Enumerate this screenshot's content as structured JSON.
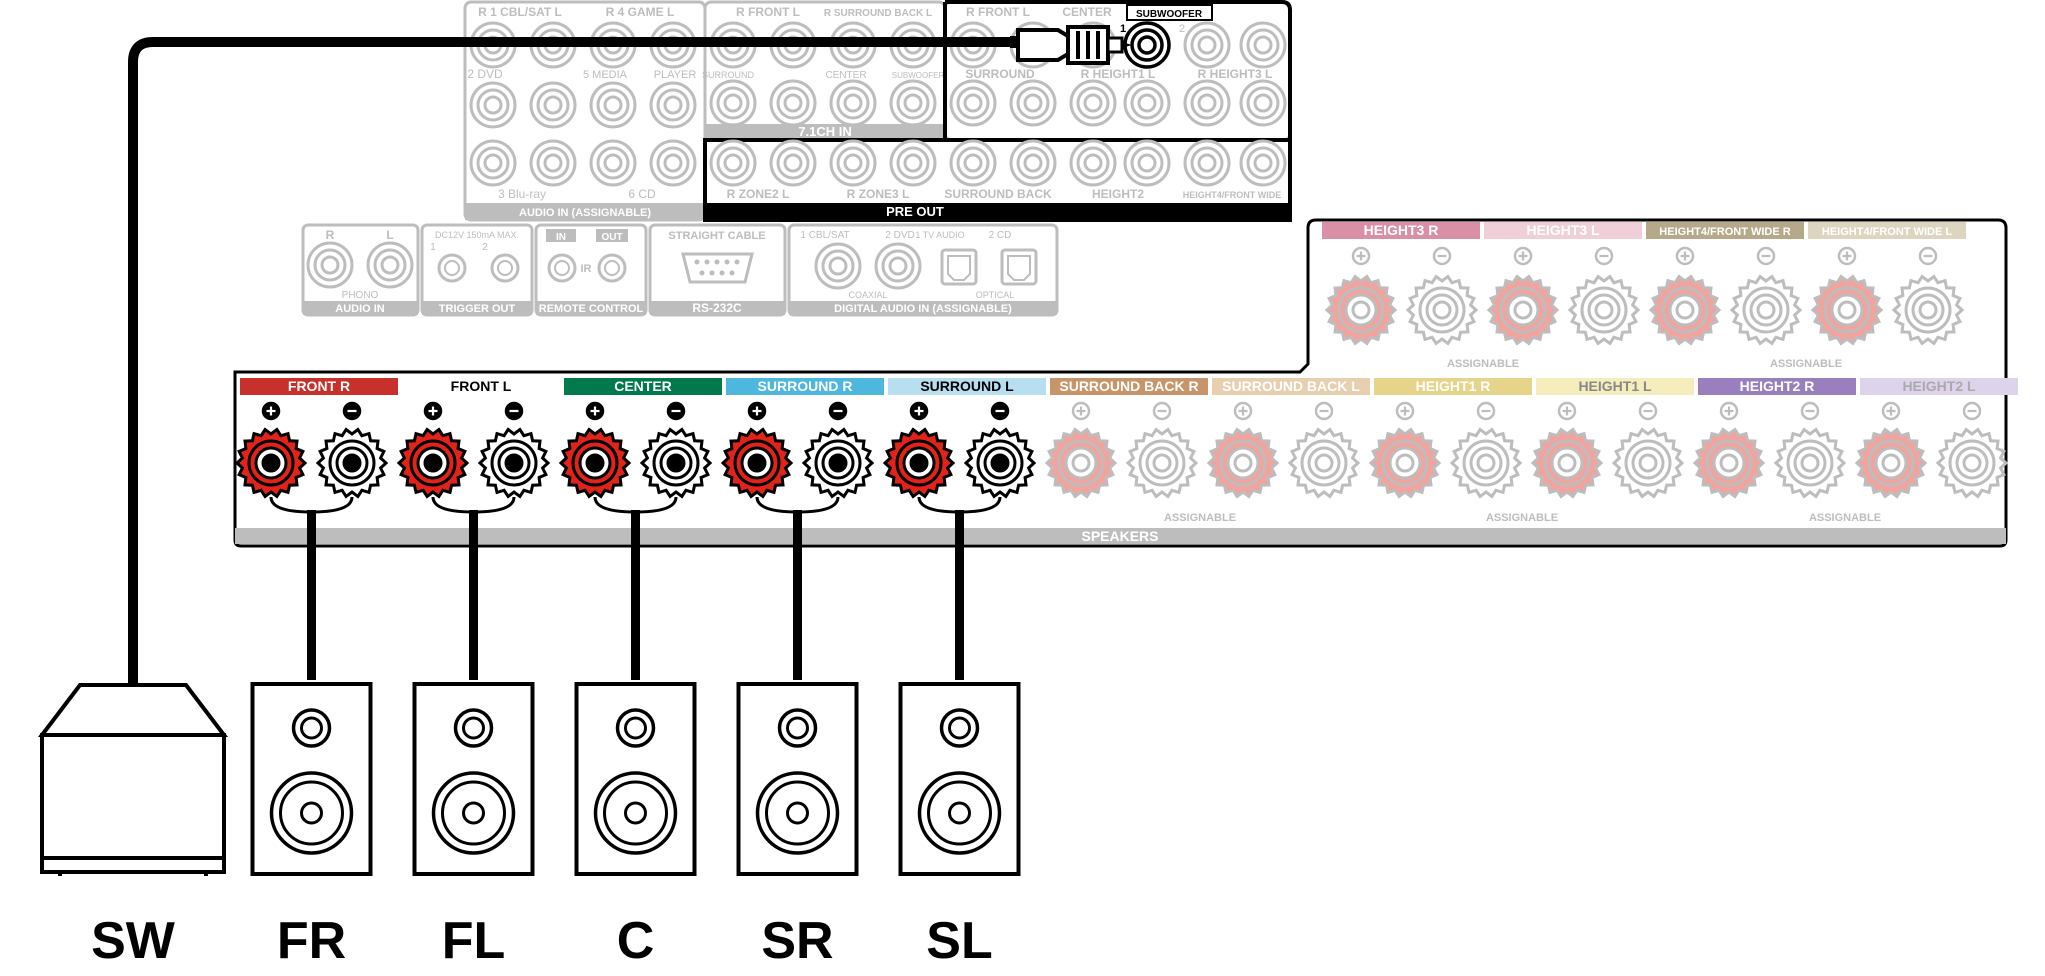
{
  "labels": {
    "upper_audio_row1": [
      "R 1 CBL/SAT L",
      "R 4 GAME L"
    ],
    "upper_audio_row2": [
      "2 DVD",
      "5 MEDIA",
      "PLAYER"
    ],
    "upper_audio_row3": [
      "3 Blu-ray",
      "6 CD"
    ],
    "audio_in": "AUDIO IN (ASSIGNABLE)",
    "ch71_top": [
      "R FRONT L",
      "R SURROUND BACK L"
    ],
    "ch71_mid": [
      "SURROUND",
      "CENTER",
      "SUBWOOFER"
    ],
    "ch71_in": "7.1CH IN",
    "preout_top": [
      "R FRONT L",
      "CENTER",
      "SUBWOOFER"
    ],
    "preout_mid": [
      "SURROUND",
      "R HEIGHT1 L",
      "R HEIGHT3 L"
    ],
    "preout_bottom": [
      "R ZONE2 L",
      "R ZONE3 L",
      "SURROUND BACK",
      "HEIGHT2",
      "HEIGHT4/FRONT WIDE"
    ],
    "pre_out": "PRE OUT",
    "phono_rl": [
      "R",
      "L"
    ],
    "phono": "PHONO",
    "audio_in_small": "AUDIO IN",
    "trigger_top": "DC12V 150mA MAX.",
    "trigger_nums": [
      "1",
      "2"
    ],
    "trigger_out": "TRIGGER OUT",
    "ir_in": "IN",
    "ir_out": "OUT",
    "ir": "IR",
    "remote_control": "REMOTE CONTROL",
    "straight_cable": "STRAIGHT CABLE",
    "rs232c": "RS-232C",
    "digital_top": [
      "1 CBL/SAT",
      "2 DVD",
      "1 TV AUDIO",
      "2 CD"
    ],
    "coaxial": "COAXIAL",
    "optical": "OPTICAL",
    "digital_audio": "DIGITAL AUDIO IN (ASSIGNABLE)",
    "sub_nums": [
      "1",
      "2"
    ],
    "assignable": "ASSIGNABLE",
    "speakers": "SPEAKERS",
    "plus": "+",
    "minus": "−"
  },
  "speaker_terminals": [
    {
      "label": "FRONT R",
      "color": "#c8312b",
      "text_color": "#ffffff",
      "active": true
    },
    {
      "label": "FRONT L",
      "color": "#ffffff",
      "text_color": "#000000",
      "active": true
    },
    {
      "label": "CENTER",
      "color": "#007a4d",
      "text_color": "#ffffff",
      "active": true
    },
    {
      "label": "SURROUND R",
      "color": "#4db7dd",
      "text_color": "#ffffff",
      "active": true
    },
    {
      "label": "SURROUND L",
      "color": "#b7dff0",
      "text_color": "#000000",
      "active": true
    },
    {
      "label": "SURROUND BACK R",
      "color": "#c79569",
      "text_color": "#ffffff",
      "active": false
    },
    {
      "label": "SURROUND BACK L",
      "color": "#e8cfb0",
      "text_color": "#ffffff",
      "active": false
    },
    {
      "label": "HEIGHT1 R",
      "color": "#e6d48a",
      "text_color": "#ffffff",
      "active": false
    },
    {
      "label": "HEIGHT1 L",
      "color": "#f5eebc",
      "text_color": "#888888",
      "active": false
    },
    {
      "label": "HEIGHT2 R",
      "color": "#9a7fbf",
      "text_color": "#ffffff",
      "active": false
    },
    {
      "label": "HEIGHT2 L",
      "color": "#ddd3ea",
      "text_color": "#aaaaaa",
      "active": false
    }
  ],
  "height_terminals": [
    {
      "label": "HEIGHT3 R",
      "color": "#d990a6",
      "text_color": "#ffffff"
    },
    {
      "label": "HEIGHT3 L",
      "color": "#f1cfd9",
      "text_color": "#ffffff"
    },
    {
      "label": "HEIGHT4/FRONT WIDE R",
      "color": "#b6a98a",
      "text_color": "#ffffff"
    },
    {
      "label": "HEIGHT4/FRONT WIDE L",
      "color": "#dcd5c0",
      "text_color": "#ffffff"
    }
  ],
  "speakers": [
    {
      "label": "SW",
      "type": "subwoofer"
    },
    {
      "label": "FR",
      "type": "speaker"
    },
    {
      "label": "FL",
      "type": "speaker"
    },
    {
      "label": "C",
      "type": "speaker"
    },
    {
      "label": "SR",
      "type": "speaker"
    },
    {
      "label": "SL",
      "type": "speaker"
    }
  ],
  "colors": {
    "red_terminal": "#e2231a",
    "faded_red": "#f2a39e",
    "faded_line": "#bdbdbd",
    "cable": "#000000",
    "footer_grey": "#bdbdbd",
    "pre_out_bar": "#000000"
  }
}
